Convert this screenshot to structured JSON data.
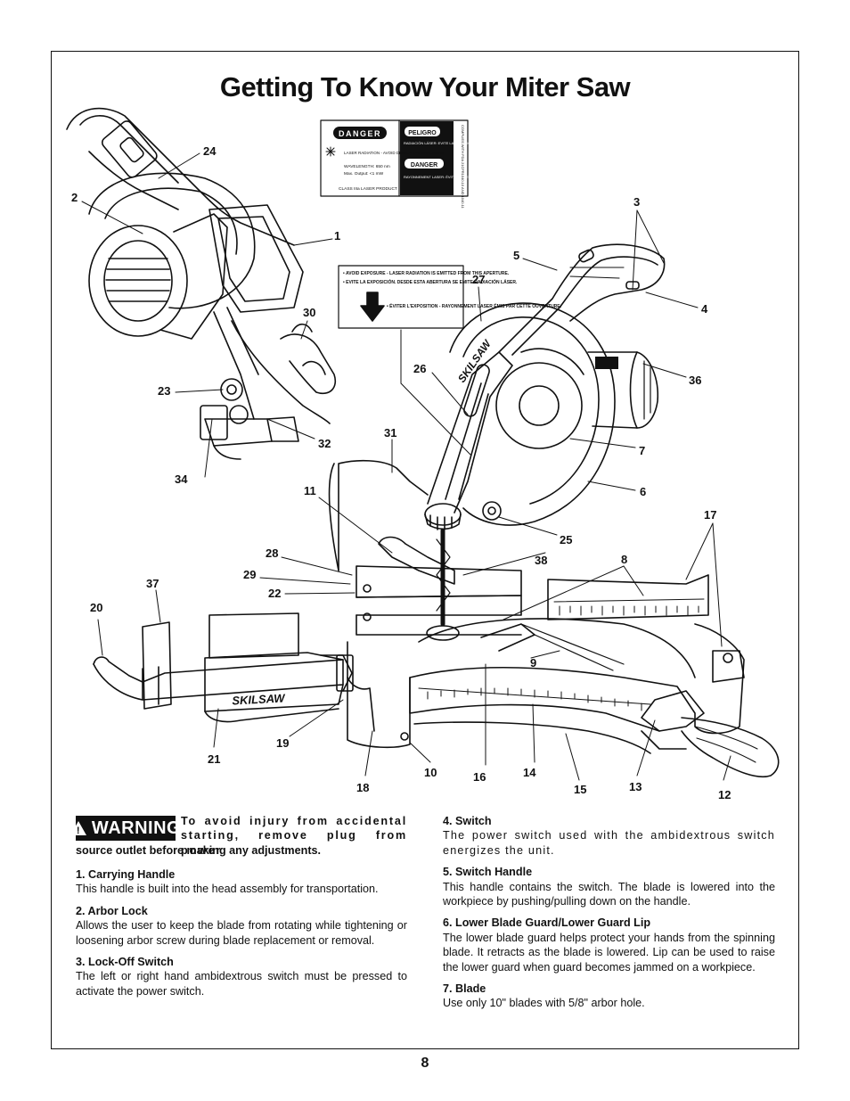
{
  "page": {
    "title": "Getting To Know Your Miter Saw",
    "page_number": "8"
  },
  "labels": {
    "danger_label": {
      "danger": "DANGER",
      "laser_warning": "LASER RADIATION - AVOID DIRECT EYE EXPOSURE",
      "wavelength": "WAVELENGTH: 650 nm",
      "max_output": "Max. Output: <1 mW",
      "class": "CLASS IIIa LASER PRODUCT",
      "peligro": "PELIGRO",
      "peligro_text": "RADIACIÓN LÁSER: EVITE LA EXPOSICIÓN DIRECTA DE LOS OJOS",
      "danger_fr": "DANGER",
      "danger_fr_text": "RAYONNEMENT LASER: ÉVITER D'Y EXPOSER DIRECTEMENT LES YEUX",
      "side": "COMPLIES WITH FDA 21CFR1040.10 AND 1040.11"
    },
    "aperture_label": [
      "• AVOID EXPOSURE - LASER RADIATION IS EMITTED FROM THIS APERTURE.",
      "• EVITE LA EXPOSICIÓN. DESDE ESTA ABERTURA SE EMITE RADIACIÓN LÁSER.",
      "• ÉVITER L'EXPOSITION - RAYONNEMENT LASER ÉMIS PAR CETTE OUVERTURE."
    ],
    "brand": "SKILSAW"
  },
  "callouts": [
    "24",
    "2",
    "1",
    "30",
    "23",
    "34",
    "32",
    "3",
    "5",
    "4",
    "27",
    "36",
    "26",
    "31",
    "7",
    "6",
    "11",
    "17",
    "25",
    "38",
    "8",
    "28",
    "29",
    "22",
    "37",
    "20",
    "9",
    "21",
    "19",
    "18",
    "10",
    "16",
    "14",
    "15",
    "13",
    "12"
  ],
  "warning": {
    "badge": "WARNING",
    "text_bold": "To avoid injury from accidental starting, remove plug from power",
    "text_tail": "source outlet before making any adjustments."
  },
  "items_left": [
    {
      "heading": "1.  Carrying Handle",
      "body": "This handle is built into the head assembly for transportation."
    },
    {
      "heading": "2.  Arbor Lock",
      "body": "Allows the user to keep the blade from rotating while tightening or loosening arbor screw during blade replacement or removal."
    },
    {
      "heading": "3.  Lock-Off Switch",
      "body": "The left or right hand ambidextrous switch must be pressed to activate the power switch."
    }
  ],
  "items_right": [
    {
      "heading": "4.  Switch",
      "body": "The power switch used with the ambidextrous switch energizes the unit."
    },
    {
      "heading": "5.  Switch Handle",
      "body": "This handle contains the switch.  The blade is lowered into the workpiece by pushing/pulling down on the handle."
    },
    {
      "heading": "6.  Lower Blade Guard/Lower Guard Lip",
      "body": "The lower blade guard helps protect your hands from the spinning blade.  It retracts as the blade is lowered. Lip can be used to raise the lower guard when guard becomes jammed on a workpiece."
    },
    {
      "heading": "7.  Blade",
      "body": "Use only 10\" blades with 5/8\" arbor hole."
    }
  ]
}
